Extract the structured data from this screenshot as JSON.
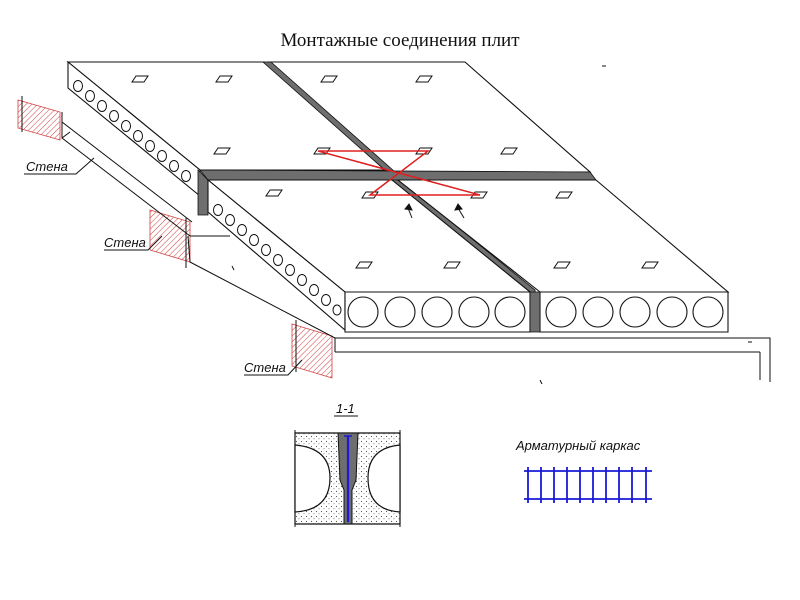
{
  "title": "Монтажные соединения плит",
  "labels": {
    "wall_1": "Стена",
    "wall_2": "Стена",
    "wall_3": "Стена",
    "section": "1-1",
    "rebar_cage": "Арматурный каркас"
  },
  "colors": {
    "line": "#111111",
    "joint_fill": "#6e6e6e",
    "tie_red": "#e02020",
    "rebar_blue": "#1a1ad8",
    "hatch_red": "#d04040"
  }
}
